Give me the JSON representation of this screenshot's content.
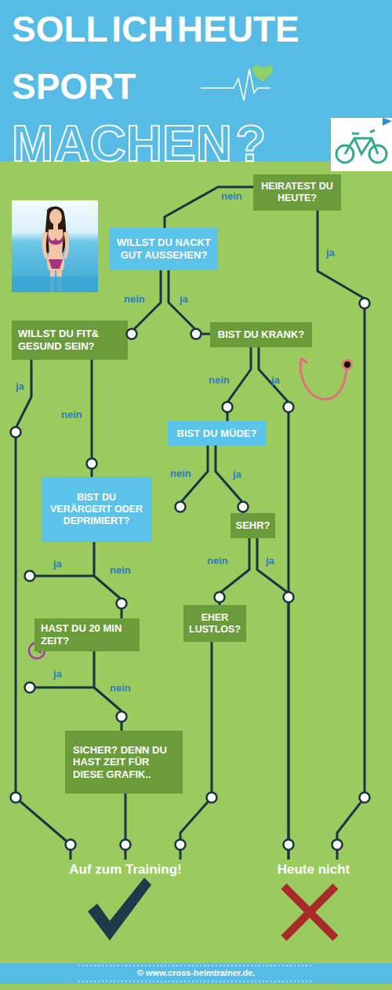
{
  "diagram": {
    "title": "SOLL ICH HEUTE SPORT MACHEN ?",
    "nodes": [
      {
        "text": [
          "HEIRATEST DU HEUTE?"
        ]
      },
      {
        "text": [
          "WILLST DU NACKT GUT AUSSEHEN?"
        ]
      },
      {
        "text": [
          "WILLST DU FIT& GESUND SEIN?"
        ]
      },
      {
        "text": [
          "BIST DU KRANK?"
        ]
      },
      {
        "text": [
          "BIST DU MÜDE?"
        ]
      },
      {
        "text": [
          "BIST DU VERÄRGERT ODER DEPRIMIERT?"
        ]
      },
      {
        "text": [
          "SEHR?"
        ]
      },
      {
        "text": [
          "EHER LUSTLOS?"
        ]
      },
      {
        "text": [
          "HAST DU 20 MIN ZEIT?"
        ]
      },
      {
        "text": [
          "SICHER? DENN DU HAST ZEIT FÜR DIESE GRAFIK.."
        ]
      },
      {
        "text": [
          "Auf zum Training!"
        ]
      },
      {
        "text": [
          "Heute nicht"
        ]
      }
    ],
    "edges": [
      {
        "from": 0,
        "to": 1,
        "label": "nein",
        "arrow": "none"
      },
      {
        "from": 0,
        "to": 11,
        "label": "ja",
        "arrow": "none"
      },
      {
        "from": 1,
        "to": 2,
        "label": "nein",
        "arrow": "none"
      },
      {
        "from": 1,
        "to": 3,
        "label": "ja",
        "arrow": "none"
      },
      {
        "from": 2,
        "to": 10,
        "label": "ja",
        "arrow": "none"
      },
      {
        "from": 2,
        "to": 5,
        "label": "nein",
        "arrow": "none"
      },
      {
        "from": 3,
        "to": 4,
        "label": "nein",
        "arrow": "none"
      },
      {
        "from": 3,
        "to": 11,
        "label": "ja",
        "arrow": "none"
      },
      {
        "from": 4,
        "to": 6,
        "label": "ja",
        "arrow": "none"
      },
      {
        "from": 5,
        "to": 8,
        "label": "nein",
        "arrow": "none"
      },
      {
        "from": 6,
        "to": 7,
        "label": "nein",
        "arrow": "none"
      },
      {
        "from": 6,
        "to": 11,
        "label": "ja",
        "arrow": "none"
      },
      {
        "from": 7,
        "to": 10,
        "arrow": "none"
      },
      {
        "from": 8,
        "to": 9,
        "label": "nein",
        "arrow": "none"
      },
      {
        "from": 9,
        "to": 10,
        "arrow": "none"
      }
    ],
    "labels": [
      "nein",
      "ja",
      "ja",
      "© www.cross-heimtrainer.de."
    ]
  }
}
